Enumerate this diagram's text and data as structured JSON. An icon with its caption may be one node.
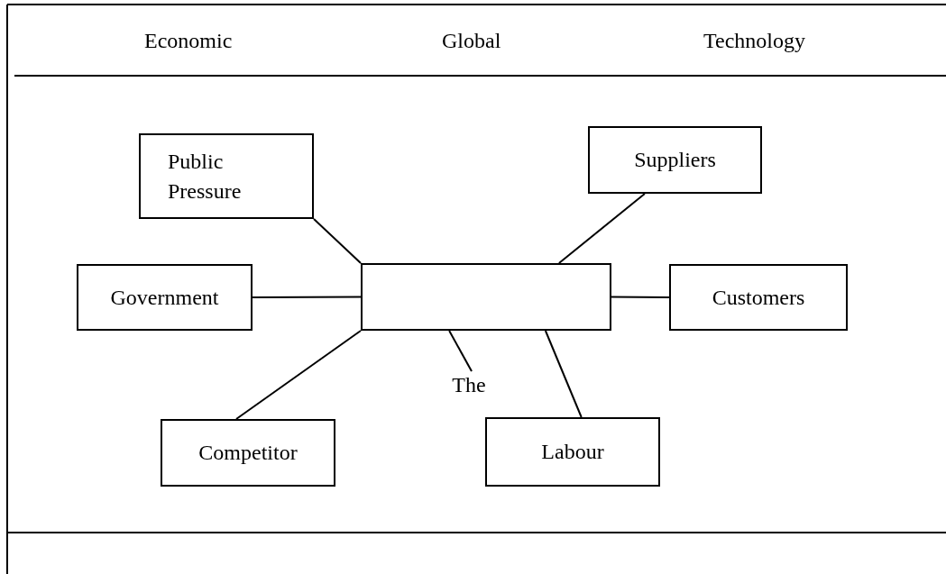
{
  "diagram": {
    "nodes": [
      {
        "text": [
          "Public Pressure"
        ]
      },
      {
        "text": [
          "Suppliers"
        ]
      },
      {
        "text": [
          "Government"
        ]
      },
      {
        "text": [],
        "shape": "box"
      },
      {
        "text": [
          "Customers"
        ]
      },
      {
        "text": [
          "The"
        ]
      },
      {
        "text": [
          "Competitor"
        ]
      },
      {
        "text": [
          "Labour"
        ]
      }
    ],
    "edges": [
      {
        "from": 0,
        "to": 3,
        "arrow": "none"
      },
      {
        "from": 1,
        "to": 3,
        "arrow": "none"
      },
      {
        "from": 2,
        "to": 3,
        "arrow": "none"
      },
      {
        "from": 4,
        "to": 3,
        "arrow": "none"
      },
      {
        "from": 6,
        "to": 3,
        "arrow": "none"
      },
      {
        "from": 7,
        "to": 3,
        "arrow": "none"
      },
      {
        "from": 5,
        "to": 3,
        "arrow": "none"
      }
    ],
    "labels": [
      "Economic",
      "Global",
      "Technology"
    ]
  }
}
